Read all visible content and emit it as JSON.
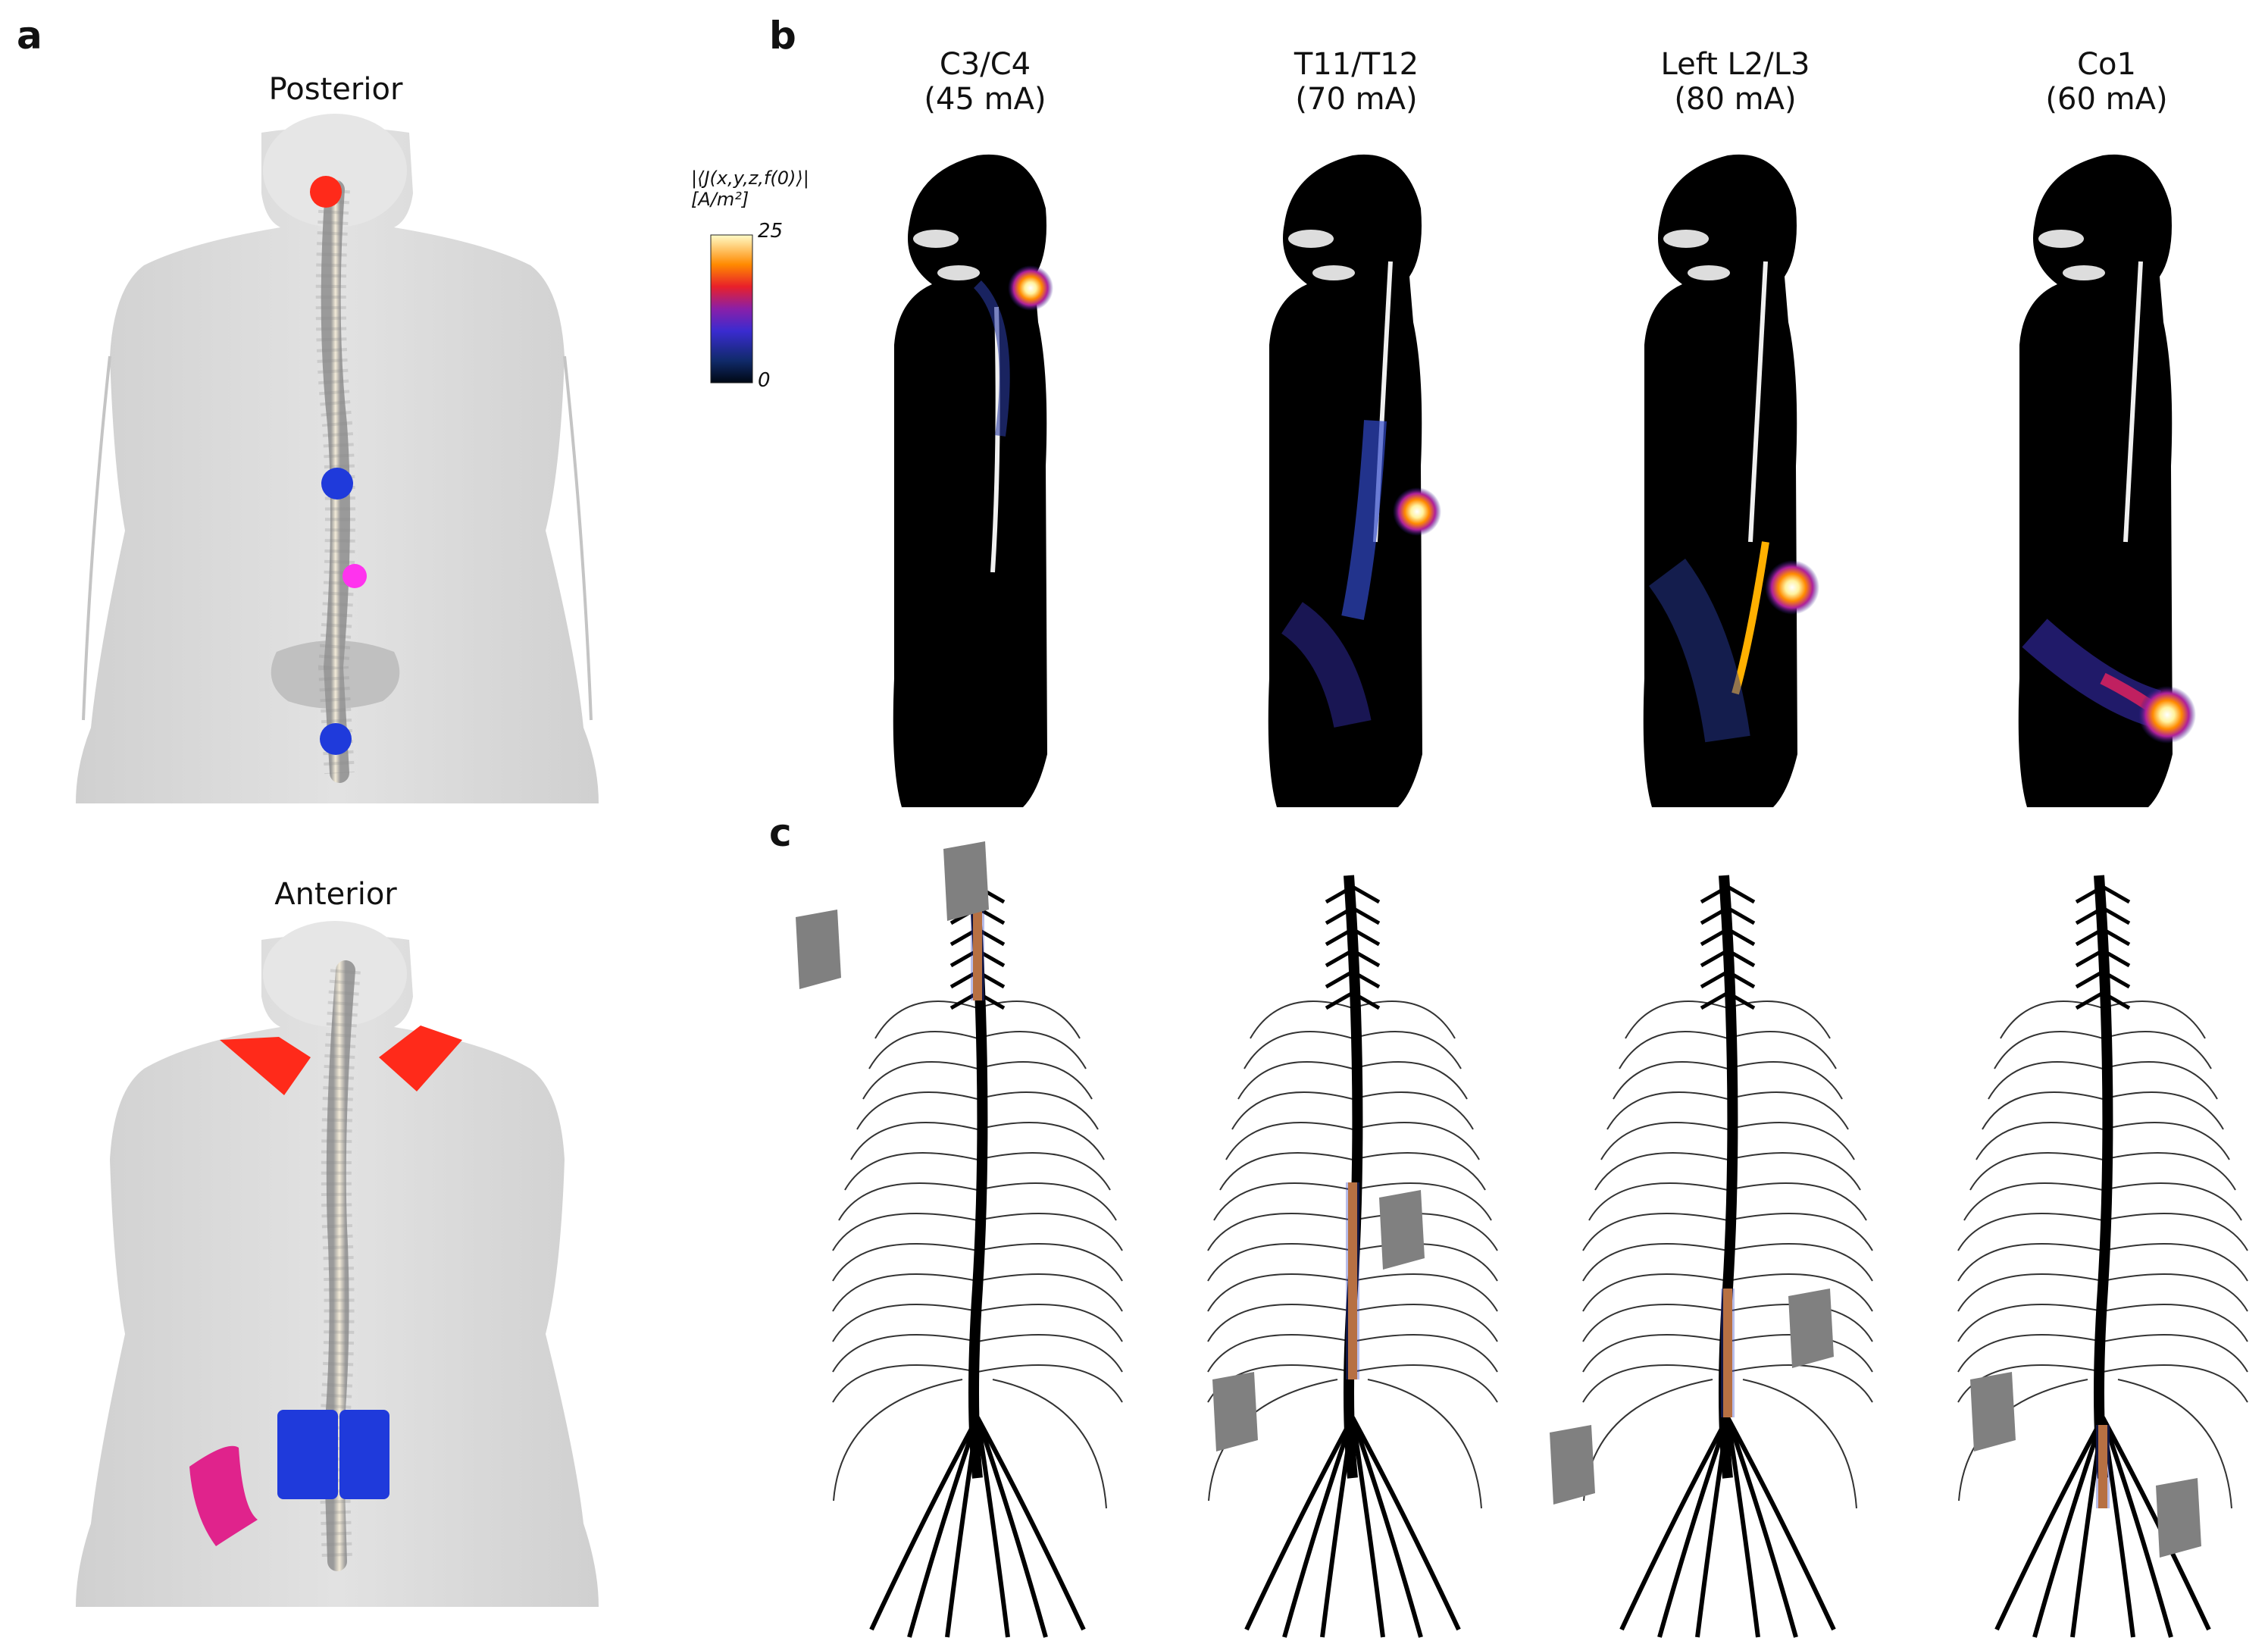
{
  "panels": {
    "a": "a",
    "b": "b",
    "c": "c"
  },
  "panel_a": {
    "posterior_title": "Posterior",
    "anterior_title": "Anterior"
  },
  "panel_b": {
    "colorbar": {
      "label_line1": "|⟨J(x,y,z,f(0)⟩|",
      "label_line2": "[A/m²]",
      "max": "25",
      "min": "0"
    },
    "columns": [
      {
        "site": "C3/C4",
        "current": "(45 mA)"
      },
      {
        "site": "T11/T12",
        "current": "(70 mA)"
      },
      {
        "site": "Left L2/L3",
        "current": "(80 mA)"
      },
      {
        "site": "Co1",
        "current": "(60 mA)"
      }
    ]
  },
  "colors": {
    "body_gray": "#d9d9d9",
    "electrode_red": "#ff2a1a",
    "electrode_blue": "#1f3adb",
    "electrode_magenta": "#e0238c",
    "electrode_pink": "#ff33ee",
    "sagittal_black": "#000000",
    "hot_yellow": "#ffee88",
    "hot_orange": "#ff7a00",
    "hot_purple": "#6a1fb0",
    "hot_navy": "#1b2a8a"
  }
}
